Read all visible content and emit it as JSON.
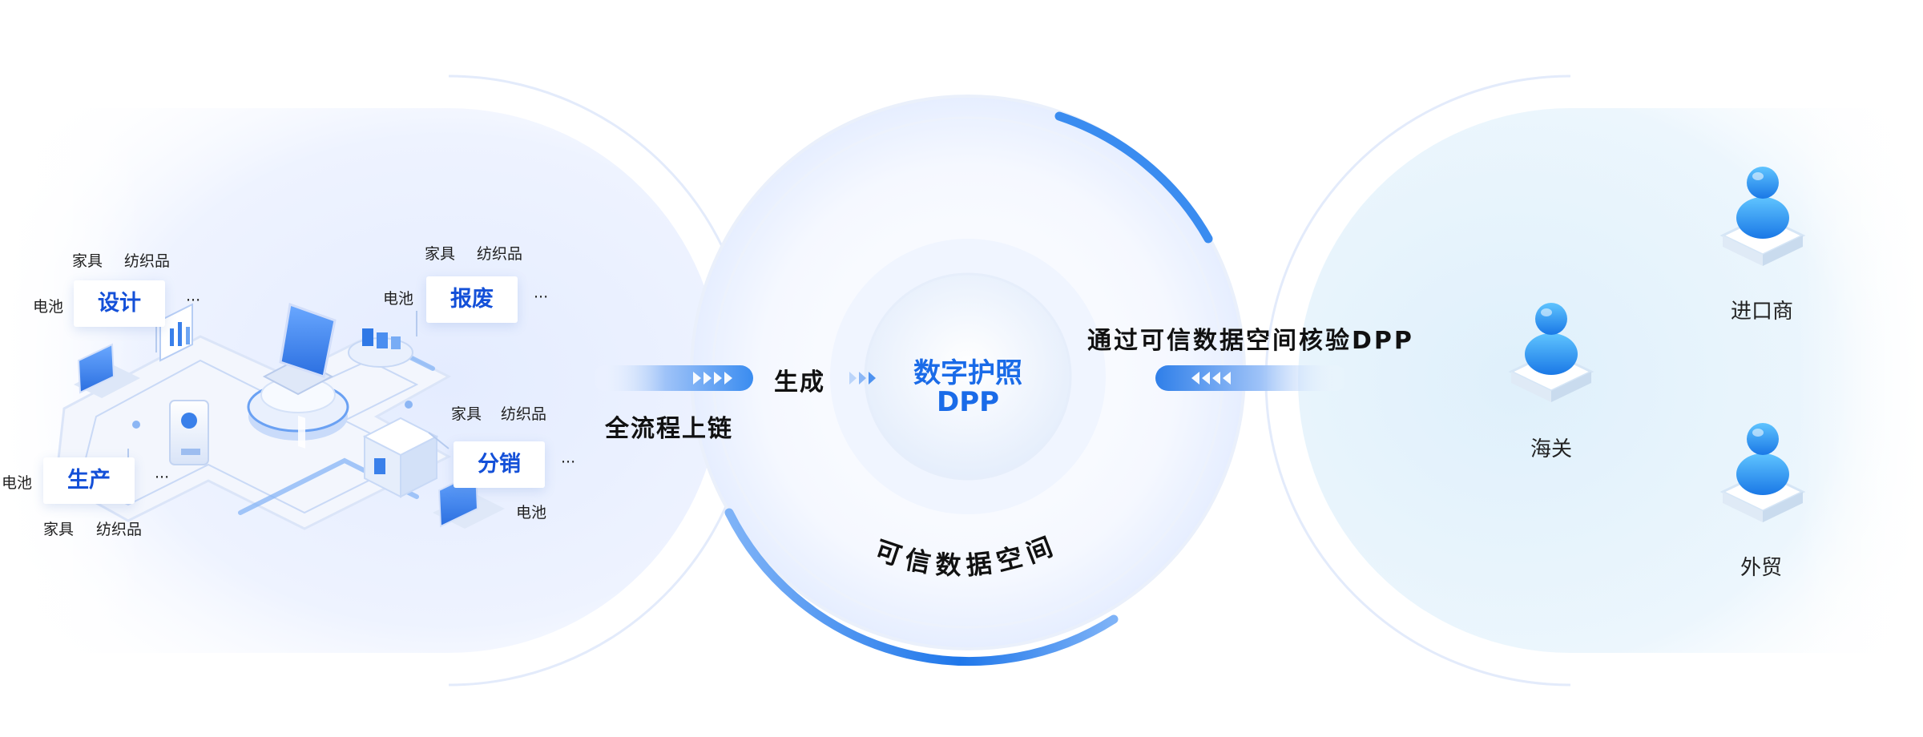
{
  "left_panel": {
    "stages": [
      {
        "id": "design",
        "label": "设计"
      },
      {
        "id": "scrap",
        "label": "报废"
      },
      {
        "id": "production",
        "label": "生产"
      },
      {
        "id": "distribution",
        "label": "分销"
      }
    ],
    "categories": {
      "furniture": "家具",
      "textiles": "纺织品",
      "battery": "电池",
      "more": "···"
    }
  },
  "flow": {
    "on_chain": "全流程上链",
    "generate": "生成",
    "verify": "通过可信数据空间核验DPP",
    "trusted_space": "可信数据空间"
  },
  "center": {
    "title": "数字护照",
    "subtitle": "DPP"
  },
  "right_panel": {
    "roles": [
      {
        "id": "importer",
        "label": "进口商"
      },
      {
        "id": "customs",
        "label": "海关"
      },
      {
        "id": "foreign_trade",
        "label": "外贸"
      }
    ]
  },
  "colors": {
    "primary_blue": "#1a6be8",
    "label_blue": "#1450d8",
    "arc_blue": "#3a8cf0",
    "panel_tint": "#e7efff",
    "right_tint": "#e2f2fc"
  },
  "icons": [
    "isometric-platform-illustration",
    "person-avatar-icon",
    "chevron-arrows-icon"
  ]
}
